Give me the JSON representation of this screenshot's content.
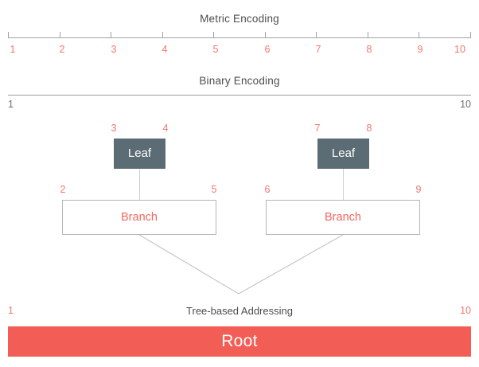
{
  "colors": {
    "accent_red": "#f25e55",
    "label_red": "#f3766e",
    "branch_red": "#f4665e",
    "slate": "#5c6c75",
    "title_gray": "#4d4d4d",
    "muted_gray": "#6e6e6e",
    "axis_line_gray": "#a2a2a2",
    "connector_gray": "#cfcfcf"
  },
  "metric_encoding": {
    "title": "Metric Encoding",
    "ticks": [
      "1",
      "2",
      "3",
      "4",
      "5",
      "6",
      "7",
      "8",
      "9",
      "10"
    ]
  },
  "binary_encoding": {
    "title": "Binary Encoding",
    "start_label": "1",
    "end_label": "10"
  },
  "tree": {
    "leaves": [
      {
        "label": "Leaf",
        "start": "3",
        "end": "4"
      },
      {
        "label": "Leaf",
        "start": "7",
        "end": "8"
      }
    ],
    "branches": [
      {
        "label": "Branch",
        "start": "2",
        "end": "5"
      },
      {
        "label": "Branch",
        "start": "6",
        "end": "9"
      }
    ],
    "addressing_title": "Tree-based Addressing",
    "root": {
      "label": "Root",
      "start": "1",
      "end": "10"
    }
  }
}
